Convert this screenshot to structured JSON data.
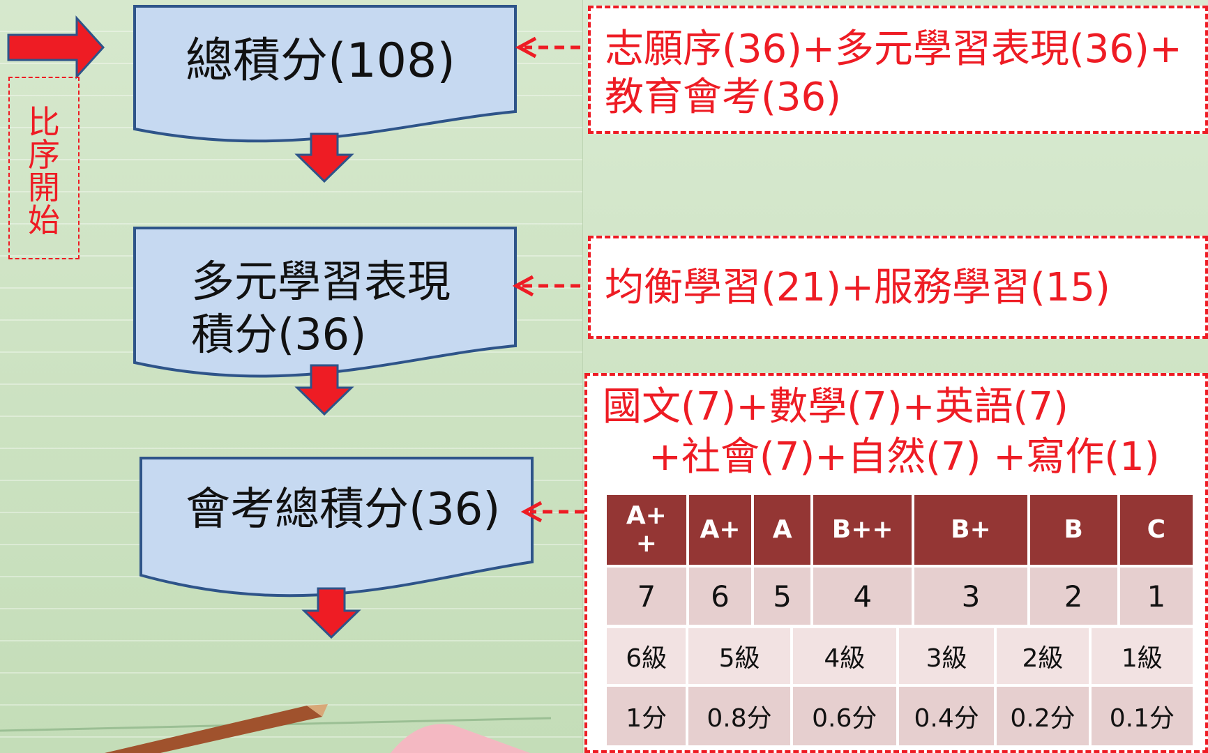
{
  "side_label": "比序開始",
  "flow": {
    "total": "總積分(108)",
    "multi_line1": "多元學習表現",
    "multi_line2": "積分(36)",
    "exam": "會考總積分(36)"
  },
  "notes": {
    "total_line1": "志願序(36)+多元學習表現(36)+",
    "total_line2": "教育會考(36)",
    "multi": "均衡學習(21)+服務學習(15)",
    "exam_line1": "國文(7)+數學(7)+英語(7)",
    "exam_line2": "+社會(7)+自然(7) +寫作(1)"
  },
  "grade_table": {
    "grades": [
      "A++",
      "A+",
      "A",
      "B++",
      "B+",
      "B",
      "C"
    ],
    "points": [
      "7",
      "6",
      "5",
      "4",
      "3",
      "2",
      "1"
    ]
  },
  "writing_table": {
    "levels": [
      "6級",
      "5級",
      "4級",
      "3級",
      "2級",
      "1級"
    ],
    "scores": [
      "1分",
      "0.8分",
      "0.6分",
      "0.4分",
      "0.2分",
      "0.1分"
    ]
  },
  "colors": {
    "arrow_red": "#ee1c24",
    "box_fill": "#c6d9f1",
    "box_stroke": "#2e5489",
    "table_header": "#943634",
    "table_cell": "#e6cfcf"
  }
}
